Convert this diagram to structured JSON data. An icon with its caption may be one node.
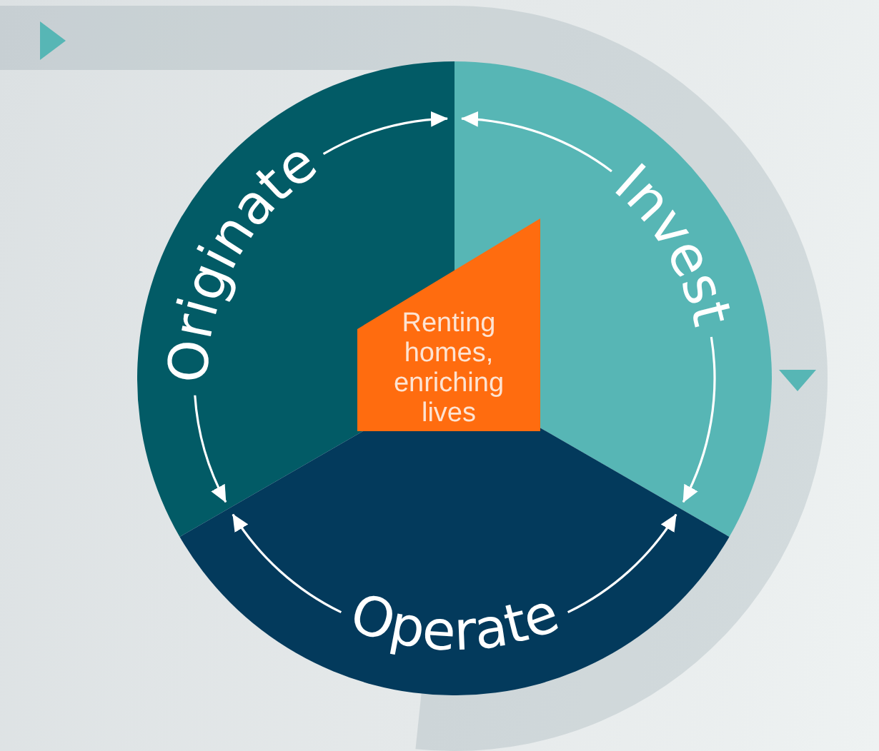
{
  "diagram": {
    "nodes": [
      {
        "text": [
          "Originate"
        ]
      },
      {
        "text": [
          "Invest"
        ]
      },
      {
        "text": [
          "Renting homes, enriching lives"
        ]
      },
      {
        "text": [
          "Operate"
        ]
      }
    ],
    "edges": [
      {
        "from": 0,
        "to": 1,
        "arrow": "to"
      },
      {
        "from": 1,
        "to": 0,
        "arrow": "to"
      },
      {
        "from": 0,
        "to": 3,
        "arrow": "to"
      },
      {
        "from": 3,
        "to": 0,
        "arrow": "to"
      },
      {
        "from": 1,
        "to": 3,
        "arrow": "to"
      },
      {
        "from": 3,
        "to": 1,
        "arrow": "to"
      }
    ]
  }
}
